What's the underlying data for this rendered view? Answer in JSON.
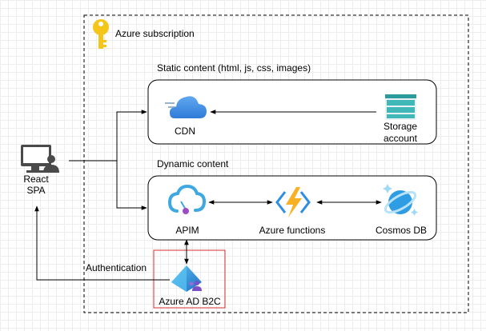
{
  "subscription": {
    "label": "Azure subscription",
    "icon": "key-icon"
  },
  "static_group": {
    "label": "Static content (html, js, css, images)",
    "cdn": {
      "label": "CDN",
      "icon": "cdn-cloud-icon"
    },
    "storage": {
      "label_line1": "Storage",
      "label_line2": "account",
      "icon": "storage-account-icon"
    }
  },
  "dynamic_group": {
    "label": "Dynamic content",
    "apim": {
      "label": "APIM",
      "icon": "apim-icon"
    },
    "functions": {
      "label": "Azure functions",
      "icon": "azure-functions-icon"
    },
    "cosmos": {
      "label": "Cosmos DB",
      "icon": "cosmos-db-icon"
    }
  },
  "client": {
    "label_line1": "React",
    "label_line2": "SPA",
    "icon": "user-computer-icon"
  },
  "auth": {
    "edge_label": "Authentication",
    "label": "Azure AD B2C",
    "icon": "azure-ad-b2c-icon"
  },
  "colors": {
    "key": "#f5c518",
    "cloud": "#3f8be6",
    "functions": "#f8b125",
    "functions_bolt": "#2d8ee2",
    "cosmos": "#2f9de3",
    "storage": "#36a8a8",
    "apim": "#40a8e0",
    "apim_dot": "#9a4cc2",
    "b2c": "#2a8fd9",
    "b2c_users": "#7b4fc7",
    "b2c_border": "#d32f2f"
  }
}
